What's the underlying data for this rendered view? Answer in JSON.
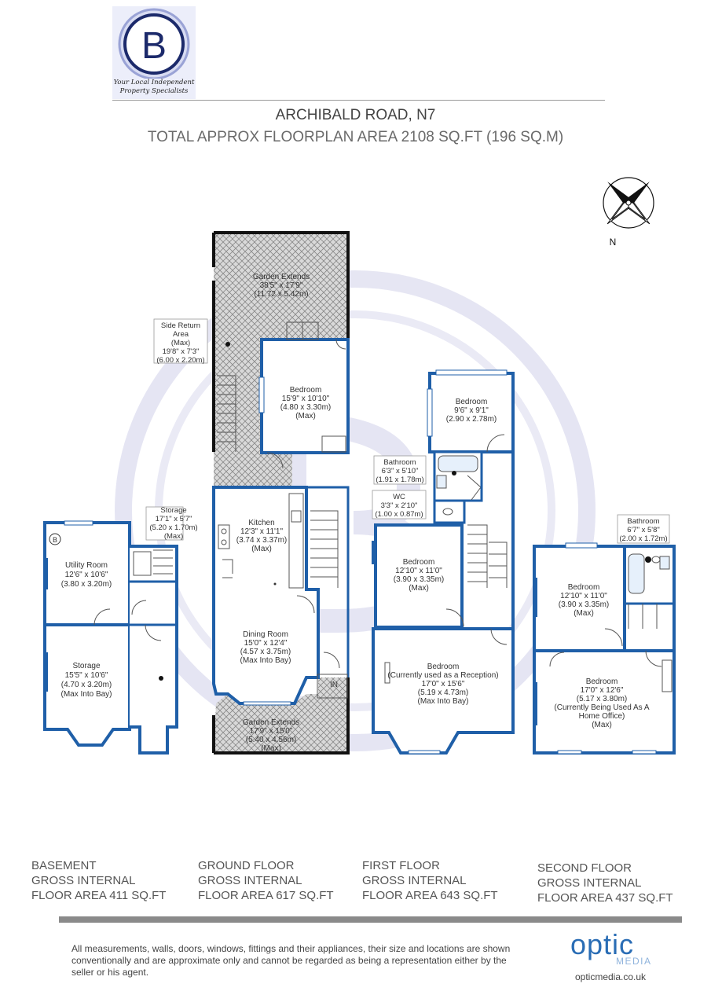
{
  "agency_logo": {
    "letter": "B",
    "tagline": "Your Local Independent\nProperty Specialists"
  },
  "header": {
    "title": "ARCHIBALD ROAD, N7",
    "subtitle": "TOTAL APPROX FLOORPLAN AREA 2108 SQ.FT (196 SQ.M)"
  },
  "compass": {
    "label": "N"
  },
  "rooms": {
    "garden_rear": {
      "name": "Garden Extends",
      "size_imperial": "38'5\" x 17'9\"",
      "size_metric": "(11.72 x 5.42m)"
    },
    "side_return": {
      "name": "Side Return",
      "line2": "Area",
      "note": "(Max)",
      "size_imperial": "19'8\" x 7'3\"",
      "size_metric": "(6.00 x 2.20m)"
    },
    "ground_bedroom": {
      "name": "Bedroom",
      "size_imperial": "15'9\" x 10'10\"",
      "size_metric": "(4.80 x 3.30m)",
      "note": "(Max)"
    },
    "kitchen": {
      "name": "Kitchen",
      "size_imperial": "12'3\" x 11'1\"",
      "size_metric": "(3.74 x 3.37m)",
      "note": "(Max)"
    },
    "dining": {
      "name": "Dining Room",
      "size_imperial": "15'0\" x 12'4\"",
      "size_metric": "(4.57 x 3.75m)",
      "note": "(Max Into Bay)"
    },
    "garden_front": {
      "name": "Garden Extends",
      "size_imperial": "17'9\" x 15'0\"",
      "size_metric": "(5.40 x 4.56m)",
      "note": "(Max)"
    },
    "storage_small": {
      "name": "Storage",
      "size_imperial": "17'1\" x 5'7\"",
      "size_metric": "(5.20 x 1.70m)",
      "note": "(Max)"
    },
    "utility": {
      "name": "Utility Room",
      "size_imperial": "12'6\" x 10'6\"",
      "size_metric": "(3.80 x 3.20m)"
    },
    "storage_big": {
      "name": "Storage",
      "size_imperial": "15'5\" x 10'6\"",
      "size_metric": "(4.70 x 3.20m)",
      "note": "(Max Into Bay)"
    },
    "first_bedroom_rear": {
      "name": "Bedroom",
      "size_imperial": "9'6\" x 9'1\"",
      "size_metric": "(2.90 x 2.78m)"
    },
    "first_bathroom": {
      "name": "Bathroom",
      "size_imperial": "6'3\" x 5'10\"",
      "size_metric": "(1.91 x 1.78m)"
    },
    "first_wc": {
      "name": "WC",
      "size_imperial": "3'3\" x 2'10\"",
      "size_metric": "(1.00 x 0.87m)"
    },
    "first_bedroom_mid": {
      "name": "Bedroom",
      "size_imperial": "12'10\" x 11'0\"",
      "size_metric": "(3.90 x 3.35m)",
      "note": "(Max)"
    },
    "first_bedroom_front": {
      "name": "Bedroom",
      "note1": "(Currently used as a Reception)",
      "size_imperial": "17'0\" x 15'6\"",
      "size_metric": "(5.19 x 4.73m)",
      "note": "(Max Into Bay)"
    },
    "second_bathroom": {
      "name": "Bathroom",
      "size_imperial": "6'7\" x 5'8\"",
      "size_metric": "(2.00 x 1.72m)"
    },
    "second_bedroom_rear": {
      "name": "Bedroom",
      "size_imperial": "12'10\" x 11'0\"",
      "size_metric": "(3.90 x 3.35m)",
      "note": "(Max)"
    },
    "second_bedroom_front": {
      "name": "Bedroom",
      "size_imperial": "17'0\" x 12'6\"",
      "size_metric": "(5.17 x 3.80m)",
      "note1": "(Currently Being Used As A",
      "note2": "Home Office)",
      "note": "(Max)"
    }
  },
  "markers": {
    "boiler": "B",
    "entrance": "IN"
  },
  "floors": [
    {
      "name": "BASEMENT",
      "line2": "GROSS INTERNAL",
      "line3": "FLOOR AREA 411 SQ.FT"
    },
    {
      "name": "GROUND FLOOR",
      "line2": "GROSS INTERNAL",
      "line3": "FLOOR AREA 617 SQ.FT"
    },
    {
      "name": "FIRST FLOOR",
      "line2": "GROSS INTERNAL",
      "line3": "FLOOR AREA 643 SQ.FT"
    },
    {
      "name": "SECOND FLOOR",
      "line2": "GROSS INTERNAL",
      "line3": "FLOOR AREA 437 SQ.FT"
    }
  ],
  "footer": {
    "disclaimer": "All measurements, walls, doors, windows, fittings and their appliances, their size and locations are shown conventionally and are approximate only and cannot be regarded as being a representation either by the seller or his agent.",
    "brand": "optic",
    "brand_sub": "MEDIA",
    "url": "opticmedia.co.uk"
  },
  "colors": {
    "wall": "#1f5fa8",
    "hatch": "#888888",
    "watermark": "#dcdcf0",
    "text": "#333333"
  }
}
